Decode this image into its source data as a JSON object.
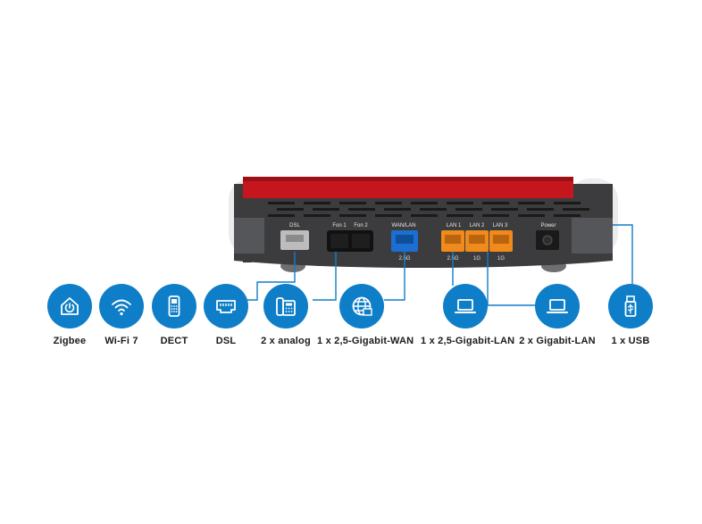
{
  "router": {
    "port_labels": {
      "dsl": "DSL",
      "fon1": "Fon 1",
      "fon2": "Fon 2",
      "wan": "WAN/LAN",
      "lan1": "LAN 1",
      "lan2": "LAN 2",
      "lan3": "LAN 3",
      "power": "Power"
    },
    "speed_labels": {
      "wan": "2.5G",
      "lan1": "2.5G",
      "lan2": "1G",
      "lan3": "1G"
    },
    "colors": {
      "top_red": "#c4161c",
      "body_dark": "#3c3c3e",
      "port_orange": "#f08a1c",
      "port_blue": "#1c6fd0",
      "accent_blue": "#0f7ec8"
    }
  },
  "features": [
    {
      "label": "Zigbee",
      "icon": "home-icon"
    },
    {
      "label": "Wi-Fi 7",
      "icon": "wifi-icon"
    },
    {
      "label": "DECT",
      "icon": "phone-handset-icon"
    },
    {
      "label": "DSL",
      "icon": "dsl-port-icon"
    },
    {
      "label": "2 x analog",
      "icon": "desk-phone-icon"
    },
    {
      "label": "1 x 2,5-Gigabit-WAN",
      "icon": "globe-icon"
    },
    {
      "label": "1 x 2,5-Gigabit-LAN",
      "icon": "laptop-icon"
    },
    {
      "label": "2 x Gigabit-LAN",
      "icon": "laptop-icon"
    },
    {
      "label": "1 x USB",
      "icon": "usb-icon"
    }
  ]
}
